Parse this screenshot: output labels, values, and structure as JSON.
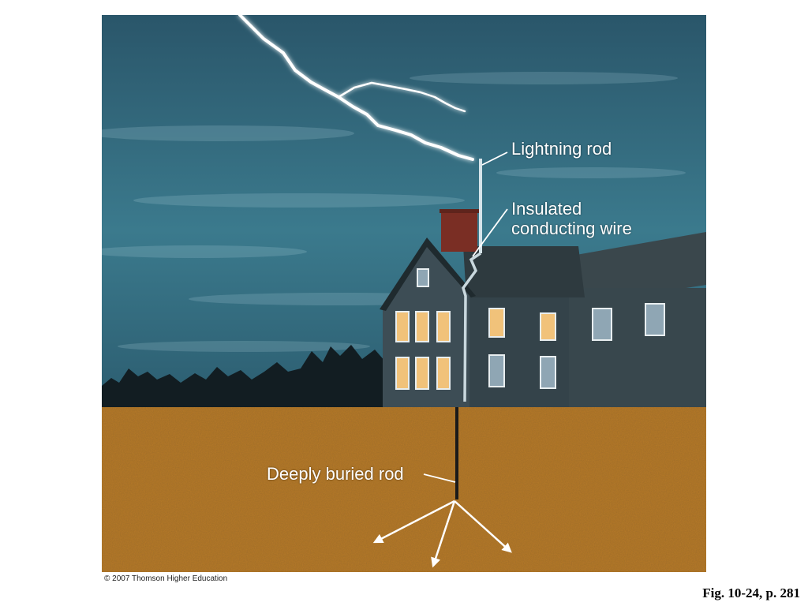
{
  "labels": {
    "lightning_rod": "Lightning rod",
    "insulated_wire_line1": "Insulated",
    "insulated_wire_line2": "conducting wire",
    "buried_rod": "Deeply buried rod"
  },
  "copyright": "© 2007 Thomson Higher Education",
  "caption": "Fig. 10-24, p. 281",
  "colors": {
    "sky": "#2f6478",
    "ground": "#b87a28",
    "house": "#3b4a50",
    "roof": "#2e3a3f",
    "chimney": "#7a2e24",
    "window_lit": "#f1c27a",
    "window_dark": "#8fa6b4",
    "lightning": "#ffffff",
    "rod": "#d6e4ea",
    "trees": "#121d22"
  },
  "icons": {
    "lightning": "lightning-bolt-icon",
    "arrows": "dispersion-arrow-icon"
  }
}
